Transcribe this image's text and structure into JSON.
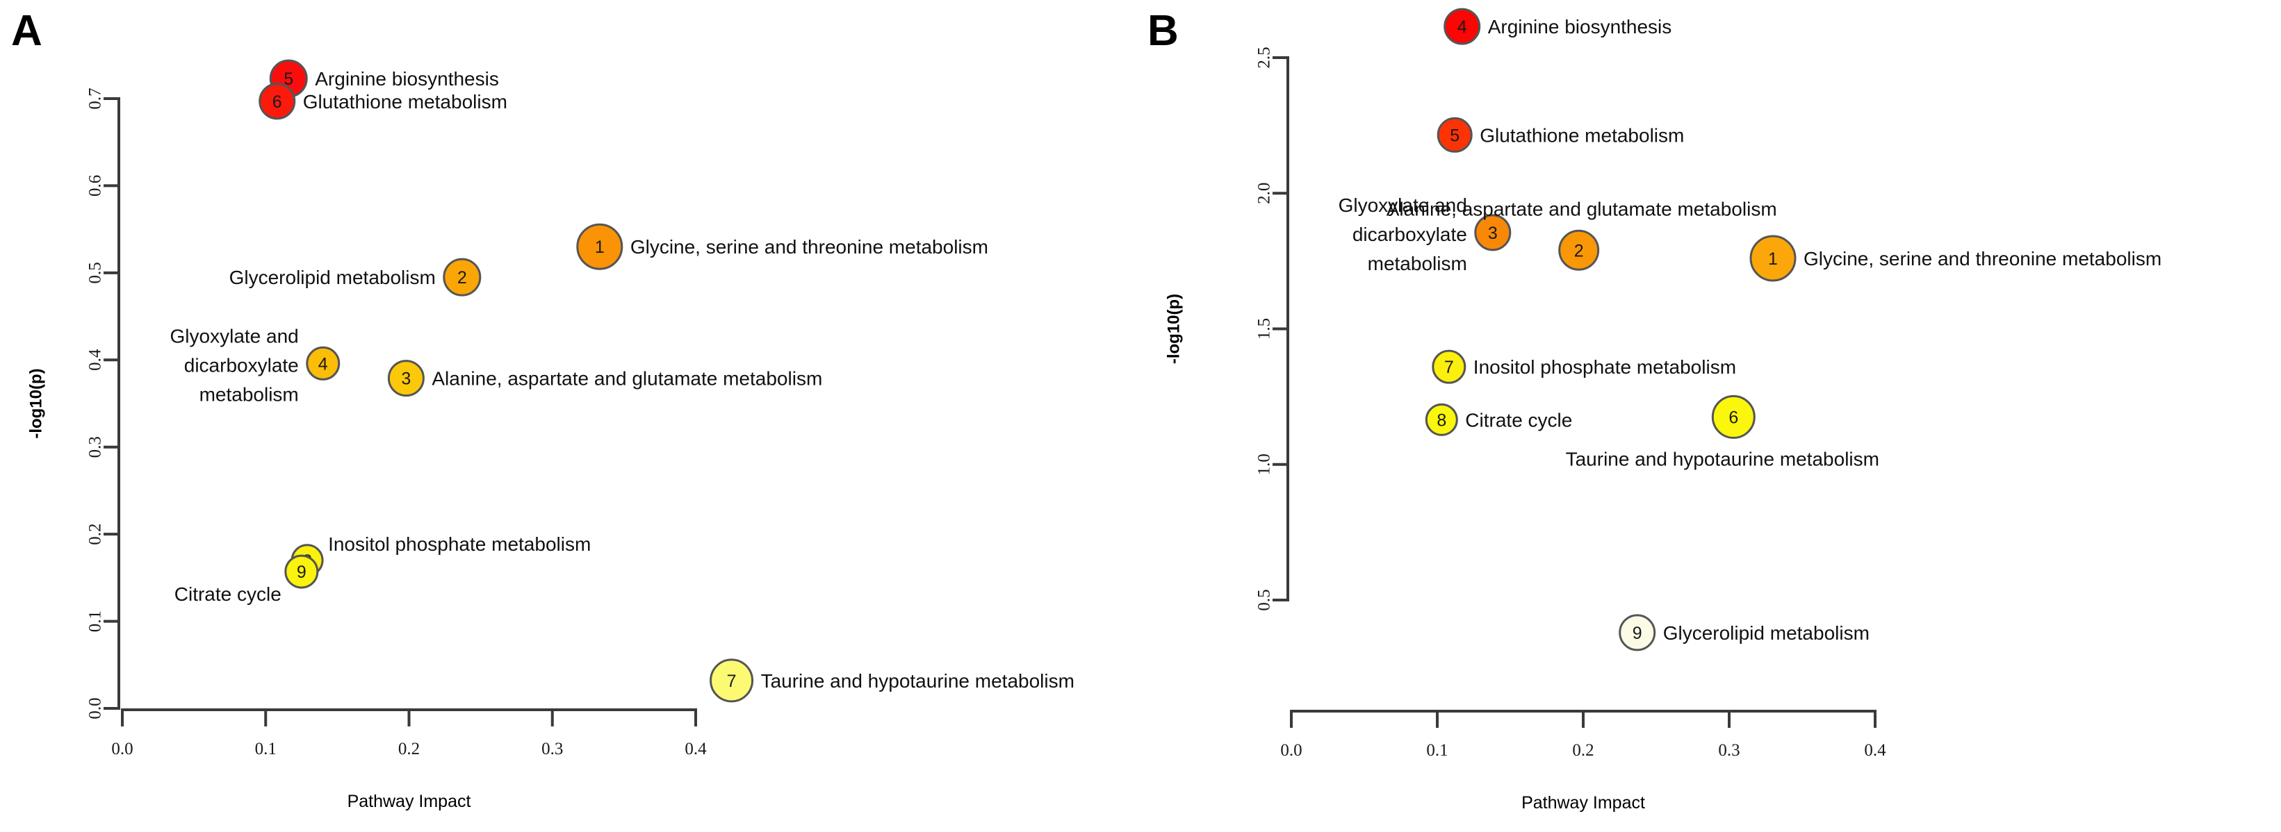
{
  "figure": {
    "background": "#ffffff",
    "panels": [
      {
        "letter": "A",
        "axis": {
          "xlabel": "Pathway Impact",
          "ylabel": "-log10(p)",
          "xticks": [
            "0.0",
            "0.1",
            "0.2",
            "0.3",
            "0.4"
          ],
          "yticks": [
            "0.0",
            "0.1",
            "0.2",
            "0.3",
            "0.4",
            "0.5",
            "0.6",
            "0.7"
          ]
        }
      },
      {
        "letter": "B",
        "axis": {
          "xlabel": "Pathway Impact",
          "ylabel": "-log10(p)",
          "xticks": [
            "0.0",
            "0.1",
            "0.2",
            "0.3",
            "0.4"
          ],
          "yticks": [
            "0.5",
            "1.0",
            "1.5",
            "2.0",
            "2.5"
          ]
        }
      }
    ]
  },
  "chart_data": [
    {
      "type": "scatter",
      "panel": "A",
      "title": "",
      "xlabel": "Pathway Impact",
      "ylabel": "-log10(p)",
      "xlim": [
        0.0,
        0.42
      ],
      "ylim": [
        0.0,
        0.73
      ],
      "xticks": [
        0.0,
        0.1,
        0.2,
        0.3,
        0.4
      ],
      "yticks": [
        0.0,
        0.1,
        0.2,
        0.3,
        0.4,
        0.5,
        0.6,
        0.7
      ],
      "grid": false,
      "legend": "none",
      "points": [
        {
          "id": "5",
          "label": "Arginine biosynthesis",
          "x": 0.116,
          "y": 0.723,
          "radius": 26,
          "color": "#FC0D0D",
          "label_side": "right"
        },
        {
          "id": "6",
          "label": "Glutathione metabolism",
          "x": 0.108,
          "y": 0.697,
          "radius": 25,
          "color": "#FC1A0D",
          "label_side": "right"
        },
        {
          "id": "1",
          "label": "Glycine, serine and threonine metabolism",
          "x": 0.333,
          "y": 0.53,
          "radius": 32,
          "color": "#FA9306",
          "label_side": "right"
        },
        {
          "id": "2",
          "label": "Glycerolipid metabolism",
          "x": 0.237,
          "y": 0.495,
          "radius": 26,
          "color": "#FBA607",
          "label_side": "left"
        },
        {
          "id": "4",
          "label": "Glyoxylate and\ndicarboxylate\nmetabolism",
          "x": 0.14,
          "y": 0.396,
          "radius": 23,
          "color": "#FBBD08",
          "label_side": "left-multiline"
        },
        {
          "id": "3",
          "label": "Alanine, aspartate and glutamate metabolism",
          "x": 0.198,
          "y": 0.379,
          "radius": 25,
          "color": "#FCC80A",
          "label_side": "right"
        },
        {
          "id": "8",
          "label": "Inositol phosphate metabolism",
          "x": 0.129,
          "y": 0.17,
          "radius": 22,
          "color": "#FAF10C",
          "label_side": "right-up"
        },
        {
          "id": "9",
          "label": "Citrate cycle",
          "x": 0.125,
          "y": 0.157,
          "radius": 23,
          "color": "#FAF30C",
          "label_side": "left-down"
        },
        {
          "id": "7",
          "label": "Taurine and hypotaurine metabolism",
          "x": 0.425,
          "y": 0.032,
          "radius": 30,
          "color": "#FCFA73",
          "label_side": "right"
        }
      ]
    },
    {
      "type": "scatter",
      "panel": "B",
      "title": "",
      "xlabel": "Pathway Impact",
      "ylabel": "-log10(p)",
      "xlim": [
        0.0,
        0.42
      ],
      "ylim": [
        0.38,
        2.62
      ],
      "xticks": [
        0.0,
        0.1,
        0.2,
        0.3,
        0.4
      ],
      "yticks": [
        0.5,
        1.0,
        1.5,
        2.0,
        2.5
      ],
      "grid": false,
      "legend": "none",
      "points": [
        {
          "id": "4",
          "label": "Arginine biosynthesis",
          "x": 0.117,
          "y": 2.615,
          "radius": 25,
          "color": "#FC0505",
          "label_side": "right"
        },
        {
          "id": "5",
          "label": "Glutathione metabolism",
          "x": 0.112,
          "y": 2.215,
          "radius": 24,
          "color": "#FC3305",
          "label_side": "right"
        },
        {
          "id": "3",
          "label": "Glyoxylate and\ndicarboxylate\nmetabolism",
          "x": 0.138,
          "y": 1.855,
          "radius": 25,
          "color": "#F98807",
          "label_side": "left-multiline"
        },
        {
          "id": "2",
          "label": "Alanine, aspartate and glutamate metabolism",
          "x": 0.197,
          "y": 1.79,
          "radius": 28,
          "color": "#F99707",
          "label_side": "above"
        },
        {
          "id": "1",
          "label": "Glycine, serine and threonine metabolism",
          "x": 0.33,
          "y": 1.76,
          "radius": 32,
          "color": "#FBA70A",
          "label_side": "right"
        },
        {
          "id": "7",
          "label": "Inositol phosphate metabolism",
          "x": 0.108,
          "y": 1.36,
          "radius": 23,
          "color": "#FAF00C",
          "label_side": "right"
        },
        {
          "id": "8",
          "label": "Citrate cycle",
          "x": 0.103,
          "y": 1.165,
          "radius": 22,
          "color": "#FAF70C",
          "label_side": "right"
        },
        {
          "id": "6",
          "label": "Taurine and hypotaurine metabolism",
          "x": 0.303,
          "y": 1.175,
          "radius": 30,
          "color": "#FAF60C",
          "label_side": "below"
        },
        {
          "id": "9",
          "label": "Glycerolipid metabolism",
          "x": 0.237,
          "y": 0.38,
          "radius": 25,
          "color": "#FBFBE6",
          "label_side": "right"
        }
      ]
    }
  ]
}
